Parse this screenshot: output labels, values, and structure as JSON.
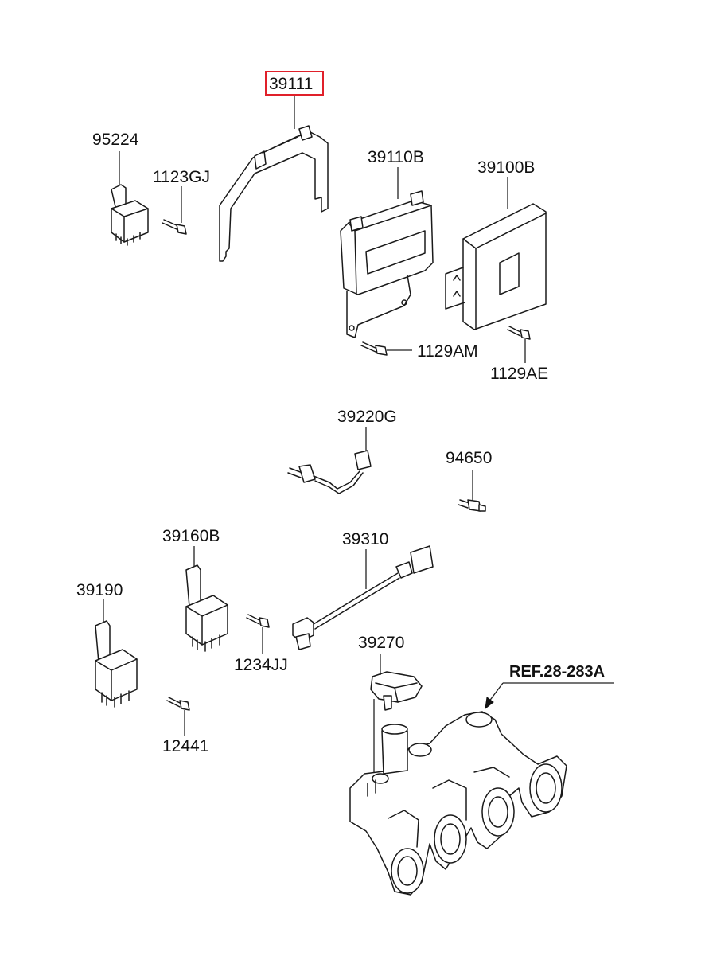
{
  "colors": {
    "highlight": "#e0202a",
    "ink": "#1a1a1a"
  },
  "highlighted_part": "39111",
  "labels": {
    "p39111": "39111",
    "p95224": "95224",
    "p1123gj": "1123GJ",
    "p39110b": "39110B",
    "p39100b": "39100B",
    "p1129am": "1129AM",
    "p1129ae": "1129AE",
    "p39220g": "39220G",
    "p94650": "94650",
    "p39160b": "39160B",
    "p39310": "39310",
    "p39190": "39190",
    "p1234jj": "1234JJ",
    "p39270": "39270",
    "p12441": "12441",
    "ref": "REF.28-283A"
  }
}
